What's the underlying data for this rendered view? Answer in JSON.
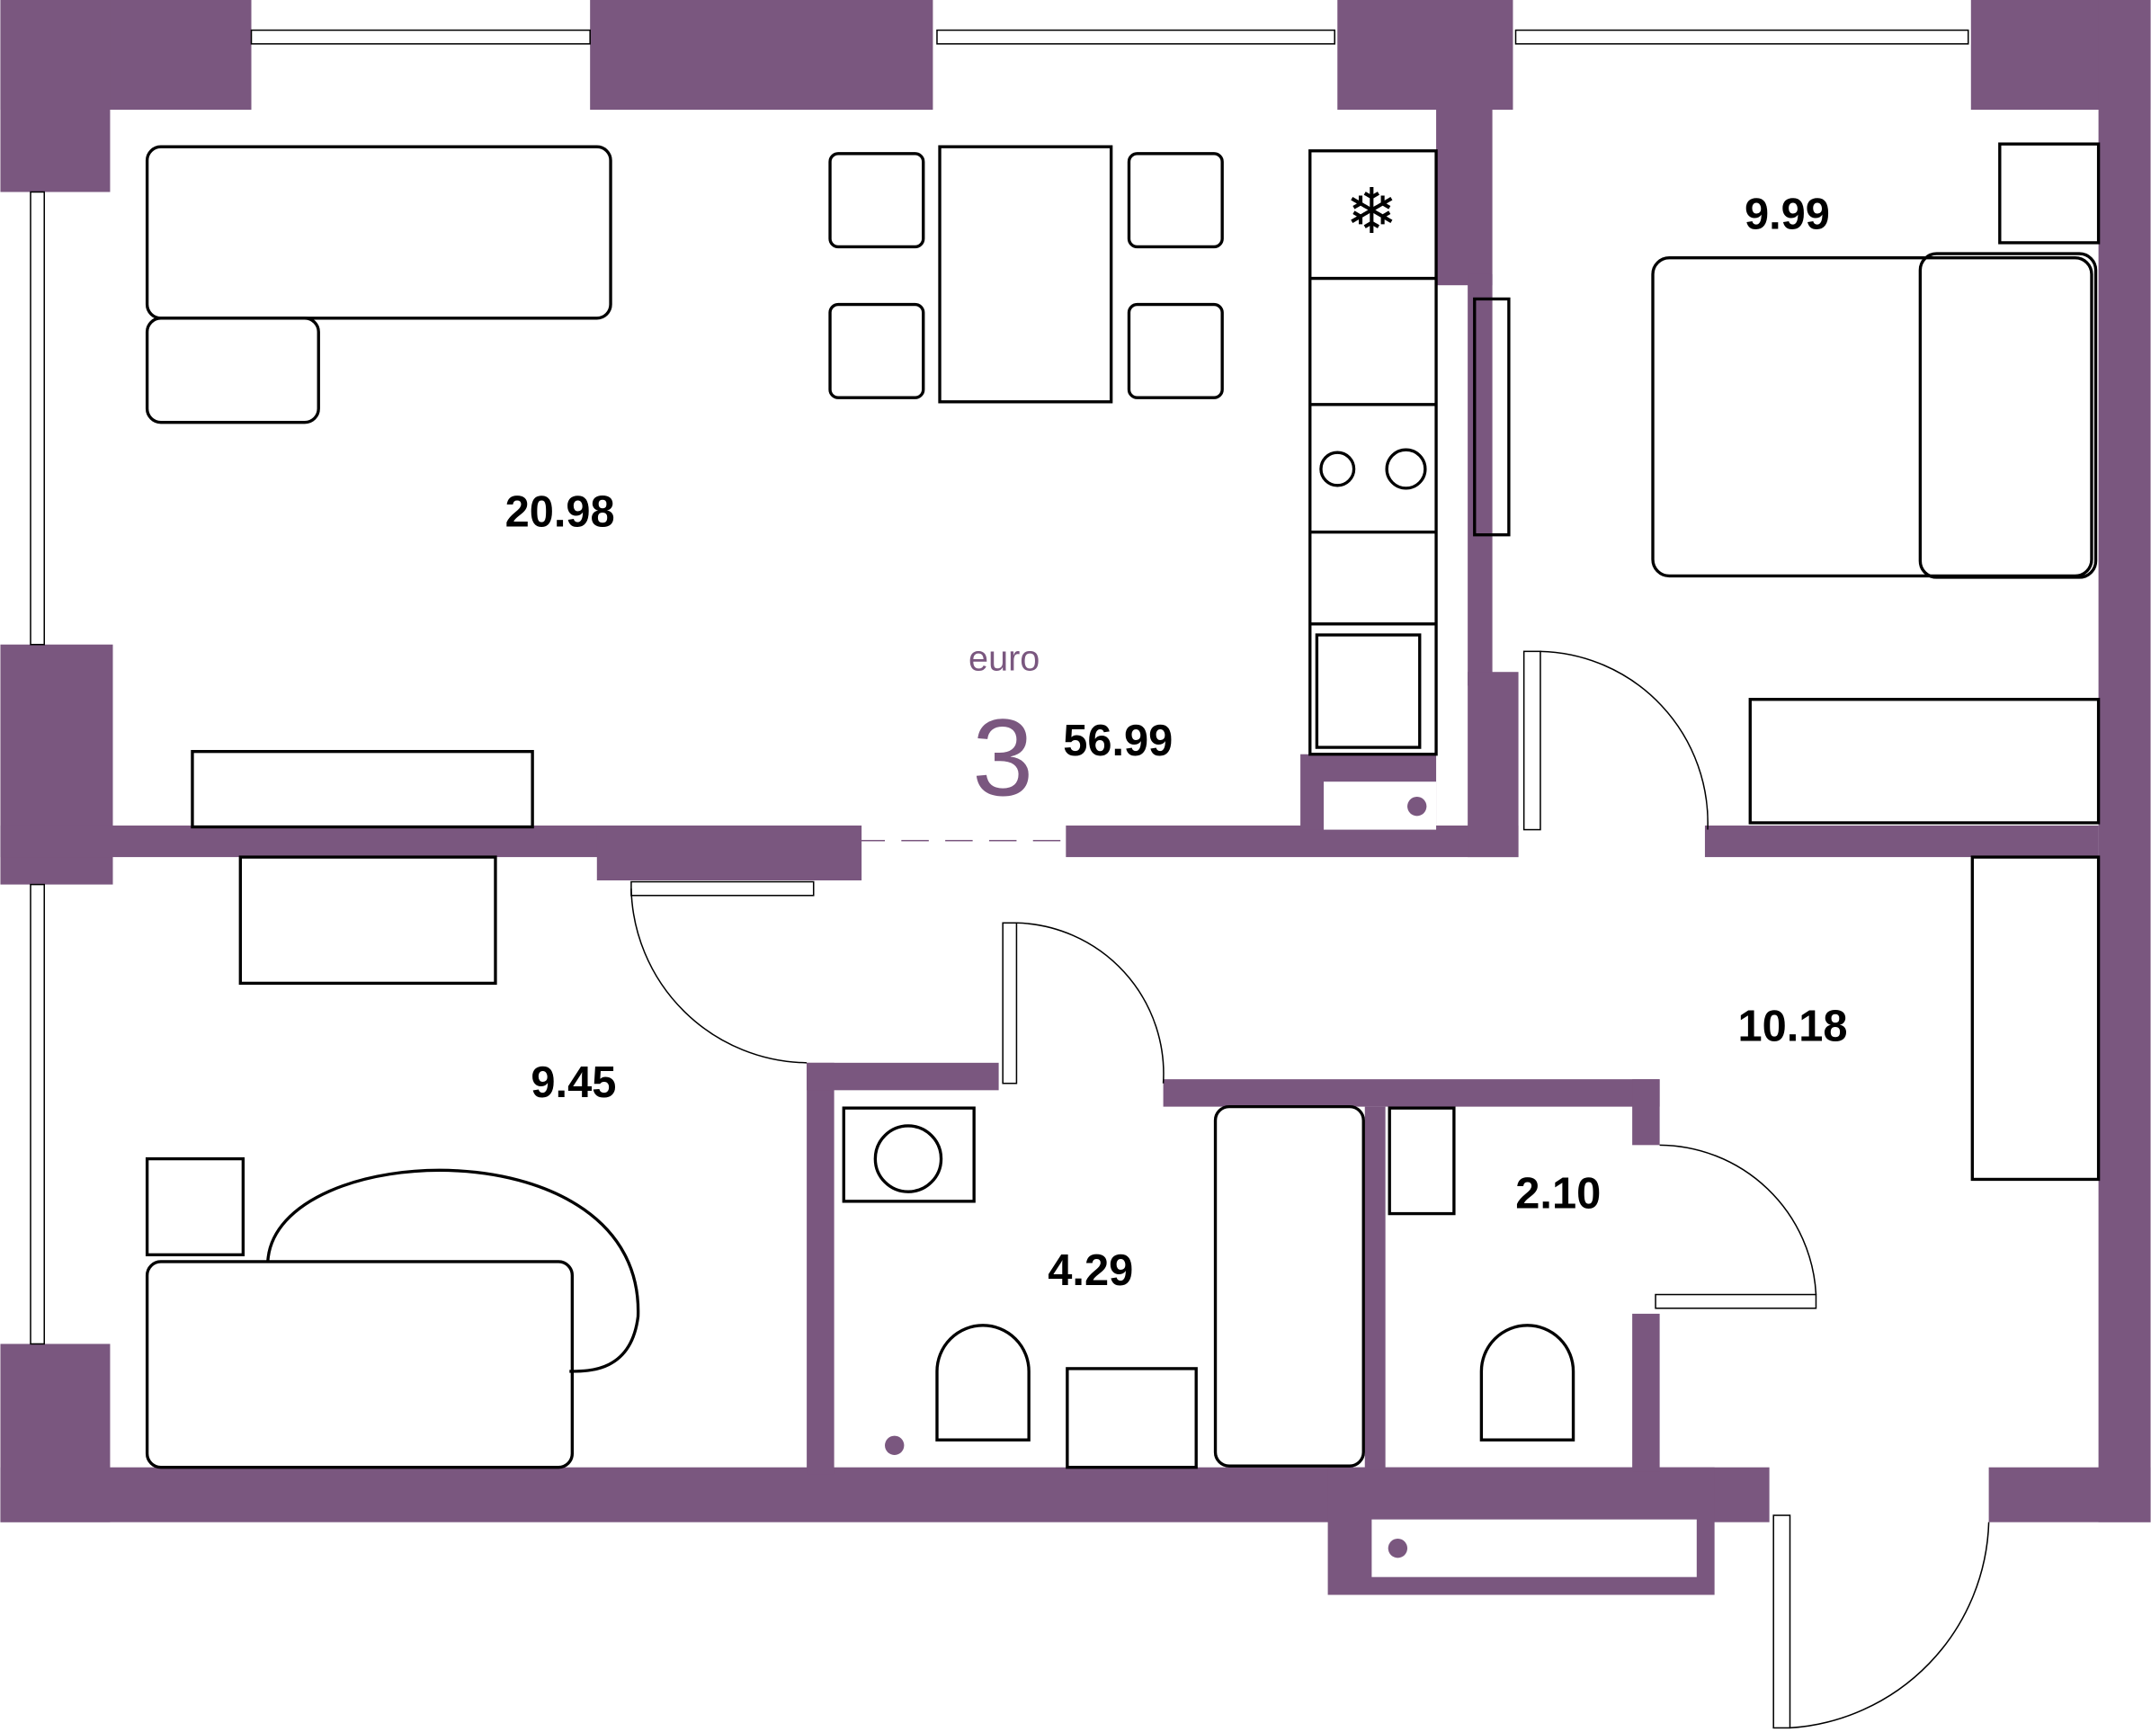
{
  "plan": {
    "type_label": "euro",
    "rooms_count": "3",
    "total_area": "56.99",
    "wall_color": "#7a577f"
  },
  "rooms": [
    {
      "name": "living-kitchen",
      "area": "20.98"
    },
    {
      "name": "bedroom",
      "area": "9.99"
    },
    {
      "name": "study",
      "area": "9.45"
    },
    {
      "name": "hallway",
      "area": "10.18"
    },
    {
      "name": "bathroom",
      "area": "4.29"
    },
    {
      "name": "wc",
      "area": "2.10"
    }
  ]
}
